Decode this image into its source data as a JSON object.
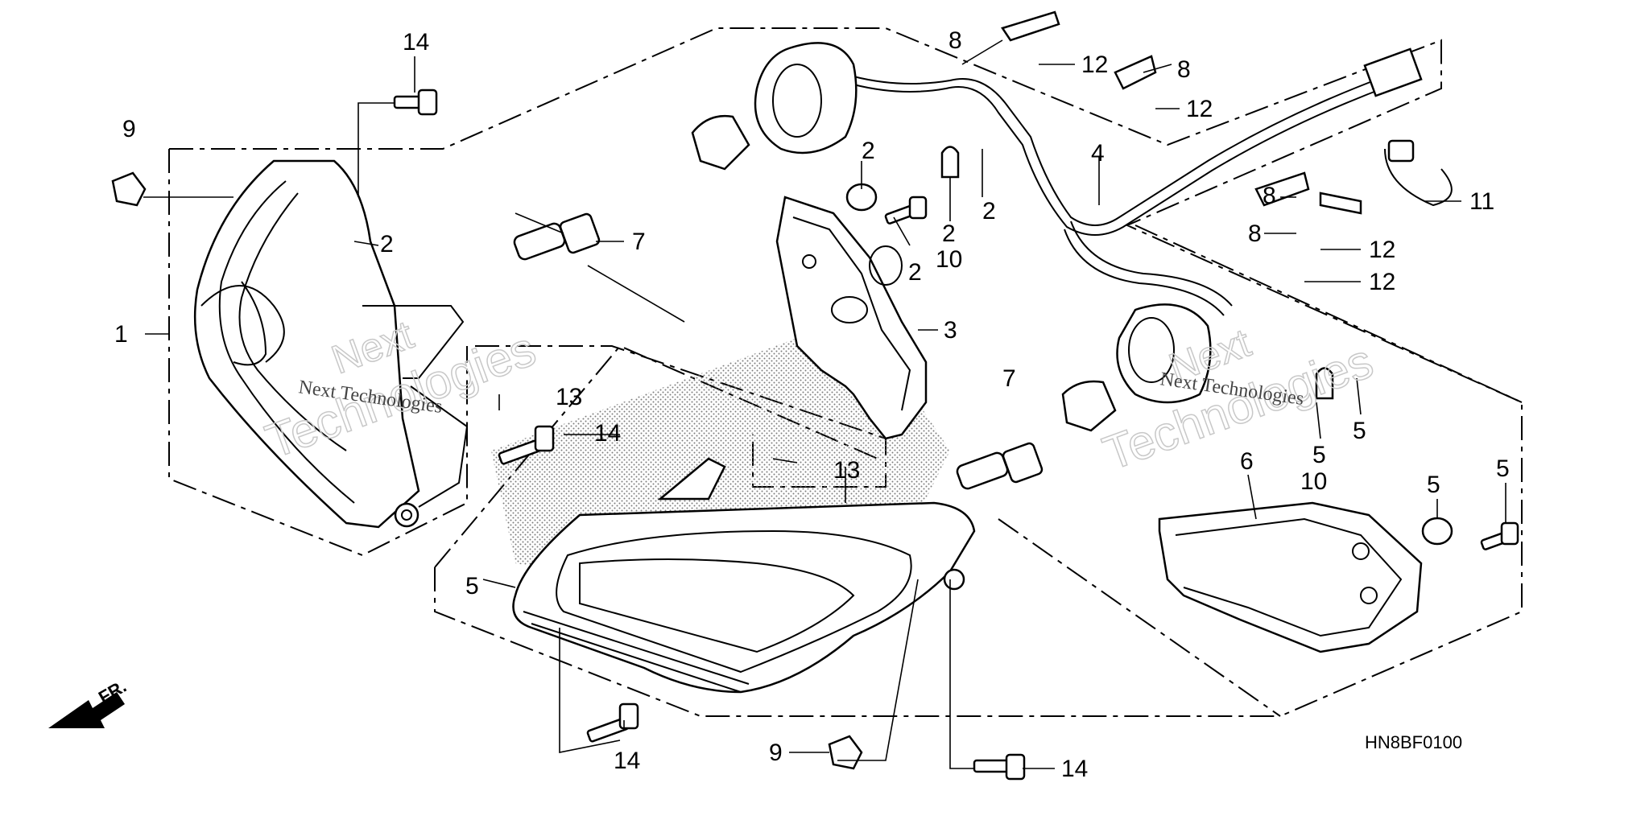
{
  "diagram": {
    "code": "HN8BF0100",
    "direction_label": "FR.",
    "watermark_line1": "Next",
    "watermark_line2": "Technologies",
    "watermark_text": "Next Technologies",
    "callouts": [
      {
        "id": "c1",
        "text": "1"
      },
      {
        "id": "c2a",
        "text": "2"
      },
      {
        "id": "c2b",
        "text": "2"
      },
      {
        "id": "c2c",
        "text": "2"
      },
      {
        "id": "c2d",
        "text": "2"
      },
      {
        "id": "c2e",
        "text": "2"
      },
      {
        "id": "c3",
        "text": "3"
      },
      {
        "id": "c4",
        "text": "4"
      },
      {
        "id": "c5a",
        "text": "5"
      },
      {
        "id": "c5b",
        "text": "5"
      },
      {
        "id": "c5c",
        "text": "5"
      },
      {
        "id": "c5d",
        "text": "5"
      },
      {
        "id": "c5e",
        "text": "5"
      },
      {
        "id": "c6",
        "text": "6"
      },
      {
        "id": "c7a",
        "text": "7"
      },
      {
        "id": "c7b",
        "text": "7"
      },
      {
        "id": "c8a",
        "text": "8"
      },
      {
        "id": "c8b",
        "text": "8"
      },
      {
        "id": "c8c",
        "text": "8"
      },
      {
        "id": "c8d",
        "text": "8"
      },
      {
        "id": "c9a",
        "text": "9"
      },
      {
        "id": "c9b",
        "text": "9"
      },
      {
        "id": "c10a",
        "text": "10"
      },
      {
        "id": "c10b",
        "text": "10"
      },
      {
        "id": "c11",
        "text": "11"
      },
      {
        "id": "c12a",
        "text": "12"
      },
      {
        "id": "c12b",
        "text": "12"
      },
      {
        "id": "c12c",
        "text": "12"
      },
      {
        "id": "c12d",
        "text": "12"
      },
      {
        "id": "c13a",
        "text": "13"
      },
      {
        "id": "c13b",
        "text": "13"
      },
      {
        "id": "c14a",
        "text": "14"
      },
      {
        "id": "c14b",
        "text": "14"
      },
      {
        "id": "c14c",
        "text": "14"
      },
      {
        "id": "c14d",
        "text": "14"
      }
    ]
  }
}
